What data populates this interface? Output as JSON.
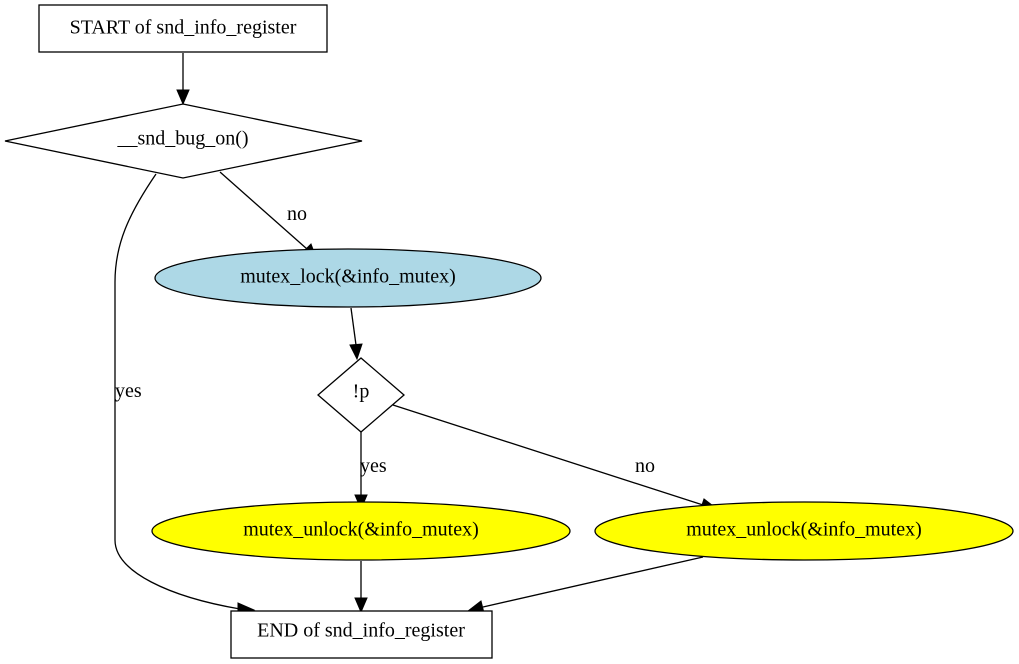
{
  "nodes": {
    "start": {
      "label": "START of snd_info_register"
    },
    "bug_check": {
      "label": "__snd_bug_on()"
    },
    "lock": {
      "label": "mutex_lock(&info_mutex)",
      "fill": "#add8e6"
    },
    "p_check": {
      "label": "!p"
    },
    "unlock_yes": {
      "label": "mutex_unlock(&info_mutex)",
      "fill": "#ffff00"
    },
    "unlock_no": {
      "label": "mutex_unlock(&info_mutex)",
      "fill": "#ffff00"
    },
    "end": {
      "label": "END of snd_info_register"
    }
  },
  "edges": {
    "bug_no": {
      "label": "no"
    },
    "bug_yes": {
      "label": "yes"
    },
    "p_yes": {
      "label": "yes"
    },
    "p_no": {
      "label": "no"
    }
  }
}
